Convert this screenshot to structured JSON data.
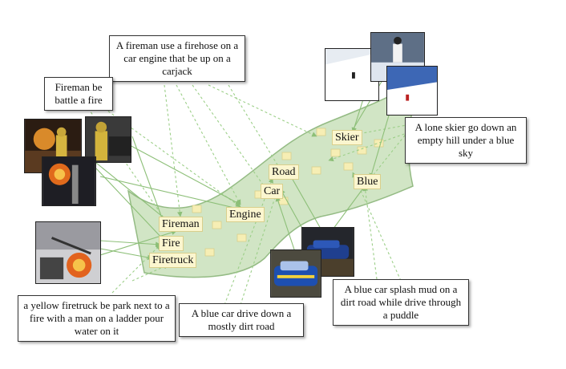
{
  "captions": {
    "firehose": "A fireman use a firehose on a car engine that be up on a carjack",
    "battle": "Fireman be battle a fire",
    "skier": "A lone skier go down an empty hill under a blue sky",
    "firetruck": "a yellow firetruck be park next to a fire with a man on a ladder pour water on it",
    "dirt_road": "A blue car drive down a mostly dirt road",
    "splash": "A blue car splash mud on a dirt road while drive through a puddle"
  },
  "words": {
    "skier": "Skier",
    "road": "Road",
    "car": "Car",
    "blue": "Blue",
    "engine": "Engine",
    "fireman": "Fireman",
    "fire": "Fire",
    "firetruck": "Firetruck"
  },
  "colors": {
    "manifold_fill": "#cfe4c2",
    "manifold_stroke": "#8fb87e",
    "arrow": "#8dbf78",
    "word_box": "#fbf6cf"
  }
}
